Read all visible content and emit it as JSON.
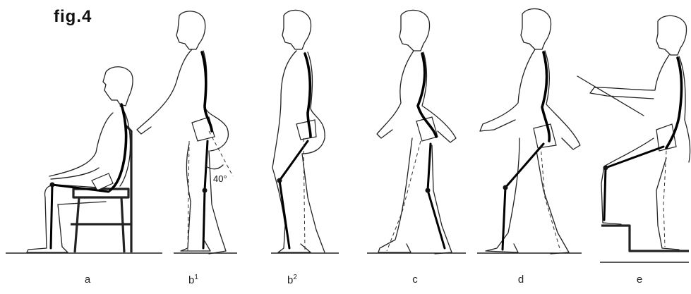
{
  "figure": {
    "title": "fig.4",
    "angle_label": "40°",
    "panels": [
      {
        "id": "a",
        "label": "a",
        "sup": ""
      },
      {
        "id": "b1",
        "label": "b",
        "sup": "1"
      },
      {
        "id": "b2",
        "label": "b",
        "sup": "2"
      },
      {
        "id": "c",
        "label": "c",
        "sup": ""
      },
      {
        "id": "d",
        "label": "d",
        "sup": ""
      },
      {
        "id": "e",
        "label": "e",
        "sup": ""
      }
    ]
  }
}
